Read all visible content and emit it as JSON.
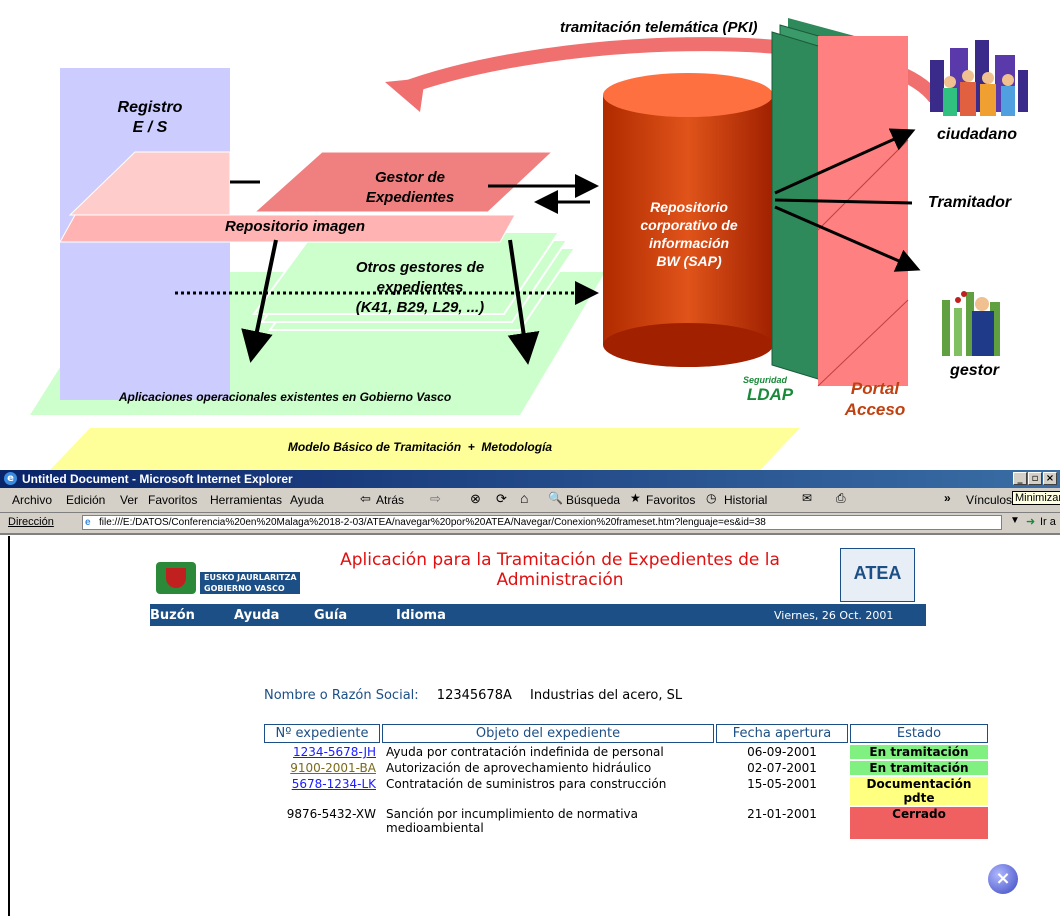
{
  "diagram": {
    "pki_label": "tramitación telemática (PKI)",
    "registro_label": "Registro\nE / S",
    "gestor_label": "Gestor de\nExpedientes",
    "repositorio_imagen_label": "Repositorio imagen",
    "otros_gestores_label": "Otros gestores de\nexpedientes\n(K41, B29, L29, ...)",
    "aplicaciones_label": "Aplicaciones operacionales existentes en Gobierno Vasco",
    "modelo_label": "Modelo Básico de Tramitación  +  Metodología",
    "repositorio_corporativo_label": "Repositorio\ncorporativo de\ninformación\nBW (SAP)",
    "seguridad_label": "Seguridad",
    "ldap_label": "LDAP",
    "portal_label": "Portal\nAcceso",
    "ciudadano_label": "ciudadano",
    "tramitador_label": "Tramitador",
    "gestor_actor_label": "gestor"
  },
  "browser": {
    "window_title": "Untitled Document - Microsoft Internet Explorer",
    "menu": [
      "Archivo",
      "Edición",
      "Ver",
      "Favoritos",
      "Herramientas",
      "Ayuda"
    ],
    "toolbar": {
      "back": "Atrás",
      "search": "Búsqueda",
      "favorites": "Favoritos",
      "history": "Historial",
      "links": "Vínculos",
      "minimize_tooltip": "Minimizar"
    },
    "address_label": "Dirección",
    "address_value": "file:///E:/DATOS/Conferencia%20en%20Malaga%2018-2-03/ATEA/navegar%20por%20ATEA/Navegar/Conexion%20frameset.htm?lenguaje=es&id=38",
    "go_label": "Ir a"
  },
  "app": {
    "org_line1": "EUSKO JAURLARITZA",
    "org_line2": "GOBIERNO VASCO",
    "title": "Aplicación para la Tramitación de Expedientes de la Administración",
    "logo_text": "ATEA",
    "nav": [
      "Buzón",
      "Ayuda",
      "Guía",
      "Idioma"
    ],
    "date": "Viernes, 26 Oct. 2001",
    "name_label": "Nombre o Razón Social:",
    "nif": "12345678A",
    "company": "Industrias del acero, SL",
    "columns": [
      "Nº expediente",
      "Objeto del expediente",
      "Fecha apertura",
      "Estado"
    ],
    "rows": [
      {
        "id": "1234-5678-JH",
        "objeto": "Ayuda por contratación indefinida de personal",
        "fecha": "06-09-2001",
        "estado": "En tramitación"
      },
      {
        "id": "9100-2001-BA",
        "objeto": "Autorización de aprovechamiento hidráulico",
        "fecha": "02-07-2001",
        "estado": "En tramitación"
      },
      {
        "id": "5678-1234-LK",
        "objeto": "Contratación de suministros para construcción",
        "fecha": "15-05-2001",
        "estado": "Documentación pdte"
      },
      {
        "id": "9876-5432-XW",
        "objeto": "Sanción por incumplimiento de normativa medioambiental",
        "fecha": "21-01-2001",
        "estado": "Cerrado"
      }
    ]
  },
  "colors": {
    "en_tramitacion": "#80f080",
    "documentacion": "#ffff80",
    "cerrado": "#f06060",
    "link_blue": "#1a1aff",
    "link_visited": "#7a6a1a",
    "navbar": "#1c4f86"
  }
}
